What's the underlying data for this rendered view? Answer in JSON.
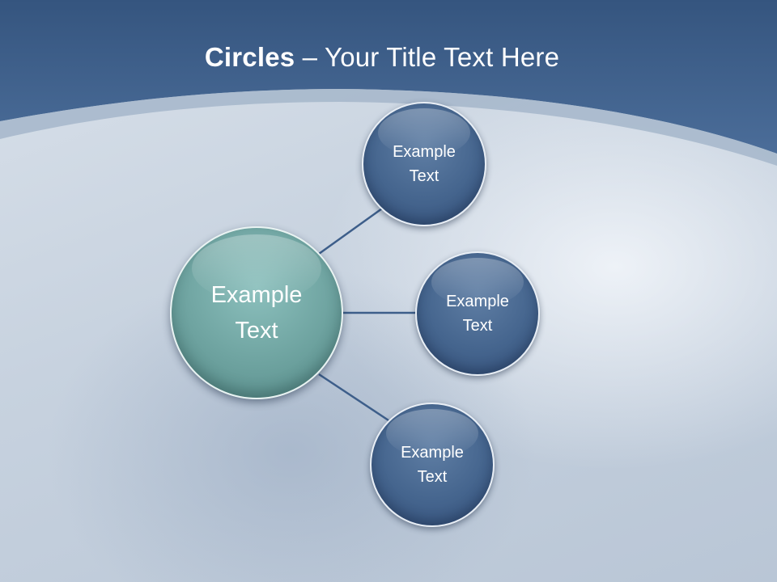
{
  "title": {
    "bold": "Circles",
    "rest": " – Your Title Text Here"
  },
  "diagram": {
    "center": {
      "line1": "Example",
      "line2": "Text"
    },
    "nodes": [
      {
        "line1": "Example",
        "line2": "Text"
      },
      {
        "line1": "Example",
        "line2": "Text"
      },
      {
        "line1": "Example",
        "line2": "Text"
      }
    ]
  },
  "colors": {
    "header": "#3e5f8c",
    "center_circle": "#6ea3a0",
    "node_circle": "#45658e",
    "connector": "#3d5e8a"
  }
}
